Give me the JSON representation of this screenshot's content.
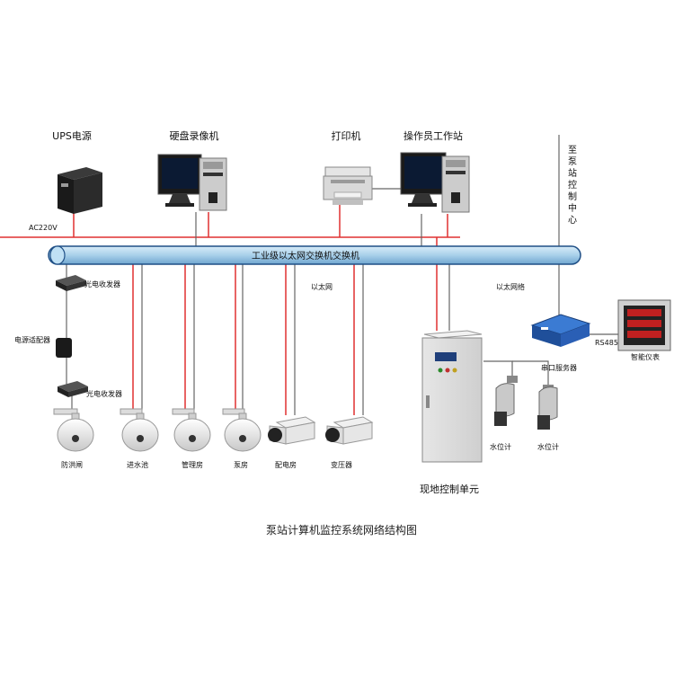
{
  "labels": {
    "ups": "UPS电源",
    "dvr": "硬盘录像机",
    "printer": "打印机",
    "operator": "操作员工作站",
    "remote": "至泵站控制中心",
    "ac": "AC220V",
    "switch": "工业级以太网交换机交换机",
    "ethernet1": "以太网",
    "ethernet2": "以太网络",
    "transceiver1": "光电收发器",
    "adapter": "电源适配器",
    "transceiver2": "光电收发器",
    "cam1": "防洪闸",
    "cam2": "进水池",
    "cam3": "管理房",
    "cam4": "泵房",
    "cam5": "配电房",
    "cam6": "变压器",
    "cabinet": "现地控制单元",
    "level1": "水位计",
    "level2": "水位计",
    "serial": "串口服务器",
    "rs485": "RS485",
    "meter": "智能仪表",
    "title": "泵站计算机监控系统网络结构图"
  },
  "colors": {
    "power": "#e03030",
    "network": "#666666",
    "switch_fill": "#a9d0ea",
    "switch_stroke": "#1f4f86"
  }
}
